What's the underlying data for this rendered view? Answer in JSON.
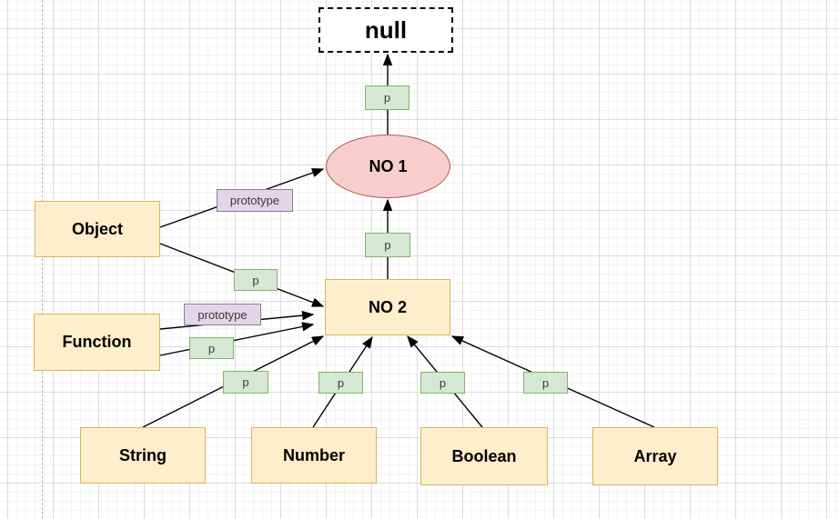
{
  "diagram": {
    "description": "prototype-chain-diagram",
    "nodes": {
      "null": {
        "label": "null"
      },
      "no1": {
        "label": "NO 1"
      },
      "no2": {
        "label": "NO 2"
      },
      "object": {
        "label": "Object"
      },
      "function": {
        "label": "Function"
      },
      "string": {
        "label": "String"
      },
      "number": {
        "label": "Number"
      },
      "boolean": {
        "label": "Boolean"
      },
      "array": {
        "label": "Array"
      }
    },
    "edge_labels": {
      "p_no1_null": "p",
      "p_no2_no1": "p",
      "p_object_no2": "p",
      "p_function_no2": "p",
      "p_string_no2": "p",
      "p_number_no2": "p",
      "p_boolean_no2": "p",
      "p_array_no2": "p",
      "prototype_object_no1": "prototype",
      "prototype_function_no2": "prototype"
    },
    "colors": {
      "node_fill": "#ffeecb",
      "node_border": "#d6b656",
      "ellipse_fill": "#f8cecc",
      "ellipse_border": "#b85450",
      "p_label_fill": "#d5e8d4",
      "p_label_border": "#82b366",
      "prototype_label_fill": "#e1d5e7",
      "prototype_label_border": "#9673a6",
      "arrow_color": "#000000",
      "grid_minor": "#f3f3f3",
      "grid_major": "#dcdcdc",
      "page_divider": "#b5b5b5"
    }
  }
}
